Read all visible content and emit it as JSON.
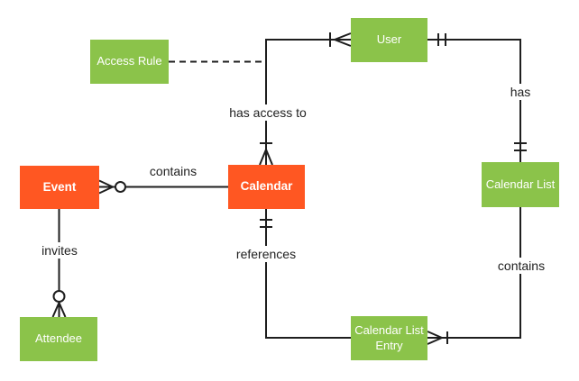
{
  "diagram": {
    "colors": {
      "primary_entity": "#ff5722",
      "secondary_entity": "#8bc34a",
      "entity_text": "#ffffff",
      "connector": "#1e1e1e",
      "label_text": "#212121",
      "background": "#ffffff"
    },
    "entities": [
      {
        "id": "event",
        "label": "Event",
        "style": "primary"
      },
      {
        "id": "calendar",
        "label": "Calendar",
        "style": "primary"
      },
      {
        "id": "access-rule",
        "label": "Access Rule",
        "style": "secondary"
      },
      {
        "id": "user",
        "label": "User",
        "style": "secondary"
      },
      {
        "id": "calendar-list",
        "label": "Calendar List",
        "style": "secondary"
      },
      {
        "id": "calendar-list-entry",
        "label": "Calendar List Entry",
        "style": "secondary"
      },
      {
        "id": "attendee",
        "label": "Attendee",
        "style": "secondary"
      }
    ],
    "relationships": [
      {
        "label": "contains",
        "from": "calendar",
        "to": "event",
        "from_end": "none",
        "to_end": "zero-or-many",
        "line": "solid"
      },
      {
        "label": "invites",
        "from": "event",
        "to": "attendee",
        "from_end": "none",
        "to_end": "zero-or-many",
        "line": "solid"
      },
      {
        "label": "has access to",
        "from": "calendar",
        "to": "user",
        "from_end": "one-or-many",
        "to_end": "one-or-many",
        "line": "solid"
      },
      {
        "label": "has",
        "from": "user",
        "to": "calendar-list",
        "from_end": "exactly-one",
        "to_end": "exactly-one",
        "line": "solid"
      },
      {
        "label": "contains",
        "from": "calendar-list",
        "to": "calendar-list-entry",
        "from_end": "none",
        "to_end": "one-or-many",
        "line": "solid"
      },
      {
        "label": "references",
        "from": "calendar",
        "to": "calendar-list-entry",
        "from_end": "exactly-one",
        "to_end": "none",
        "line": "solid"
      },
      {
        "label": "",
        "from": "access-rule",
        "to": "calendar-user-connector",
        "from_end": "none",
        "to_end": "none",
        "line": "dashed"
      }
    ]
  }
}
